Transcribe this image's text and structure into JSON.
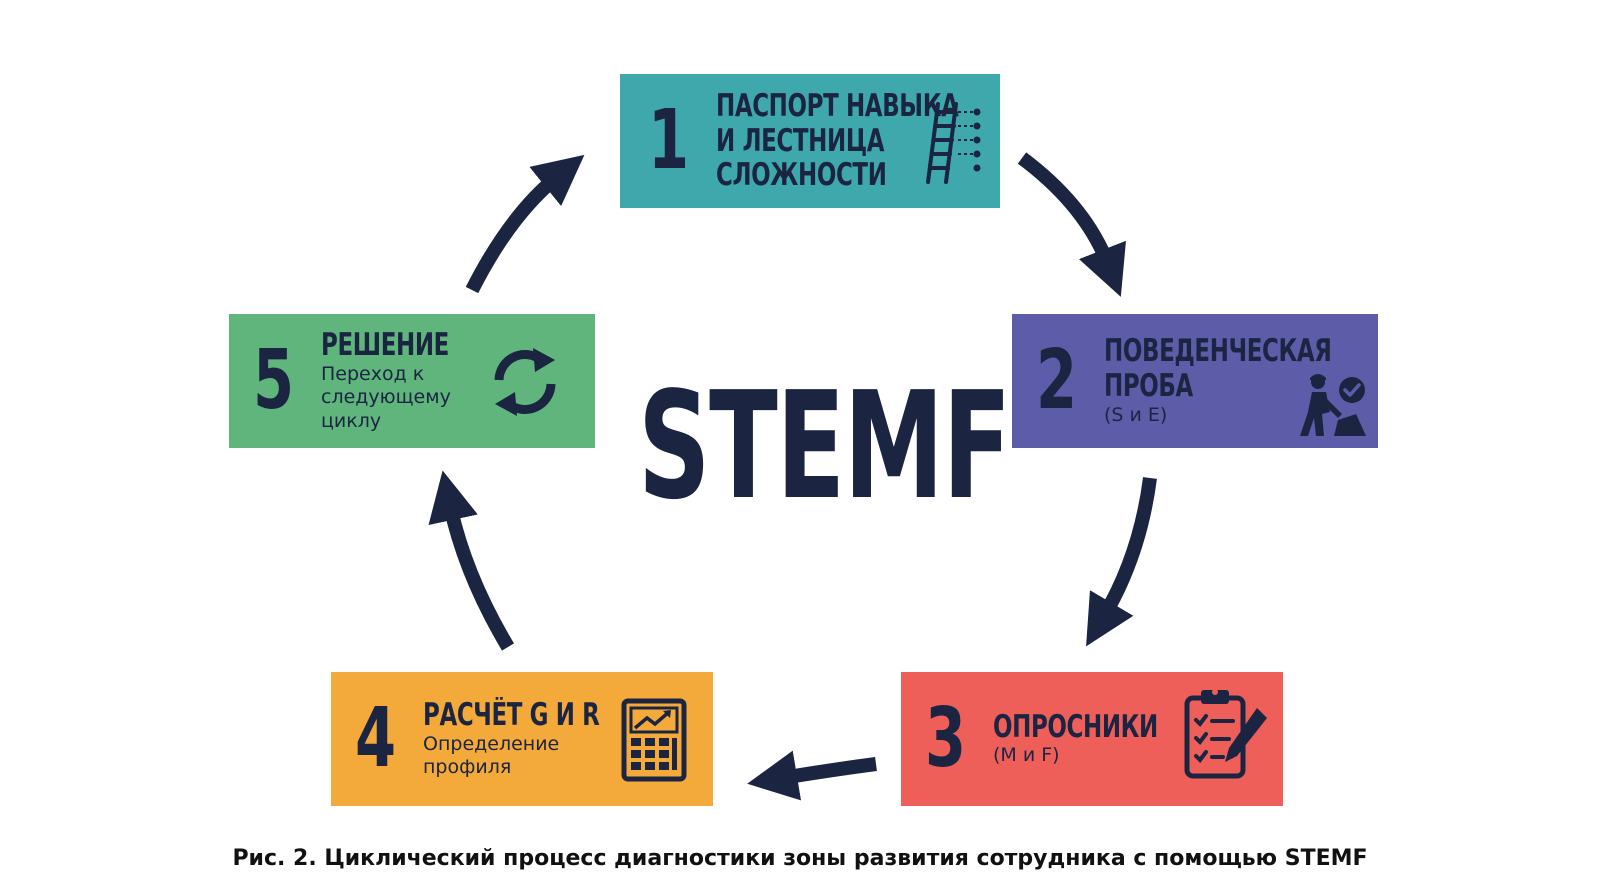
{
  "steps": [
    {
      "number": "1",
      "title_lines": [
        "ПАСПОРТ НАВЫКА",
        "И ЛЕСТНИЦА",
        "СЛОЖНОСТИ"
      ],
      "icon": "ladder-icon",
      "color": "#3fa8ad"
    },
    {
      "number": "2",
      "title_lines": [
        "ПОВЕДЕНЧЕСКАЯ",
        "ПРОБА"
      ],
      "subtitle": "(S и E)",
      "icon": "worker-check-icon",
      "color": "#5c5ca9"
    },
    {
      "number": "3",
      "title_lines": [
        "ОПРОСНИКИ"
      ],
      "subtitle": "(M и F)",
      "icon": "clipboard-pencil-icon",
      "color": "#ef5f5a"
    },
    {
      "number": "4",
      "title_lines": [
        "РАСЧЁТ G И R"
      ],
      "subtitle_lines": [
        "Определение",
        "профиля"
      ],
      "icon": "calculator-chart-icon",
      "color": "#f4a93b"
    },
    {
      "number": "5",
      "title_lines": [
        "РЕШЕНИЕ"
      ],
      "subtitle_lines": [
        "Переход к",
        "следующему",
        "циклу"
      ],
      "icon": "cycle-arrows-icon",
      "color": "#5fb57c"
    }
  ],
  "center_title": "STEMF",
  "caption": "Рис. 2. Циклический процесс диагностики зоны развития сотрудника с помощью STEMF",
  "colors": {
    "dark": "#1b2542"
  }
}
